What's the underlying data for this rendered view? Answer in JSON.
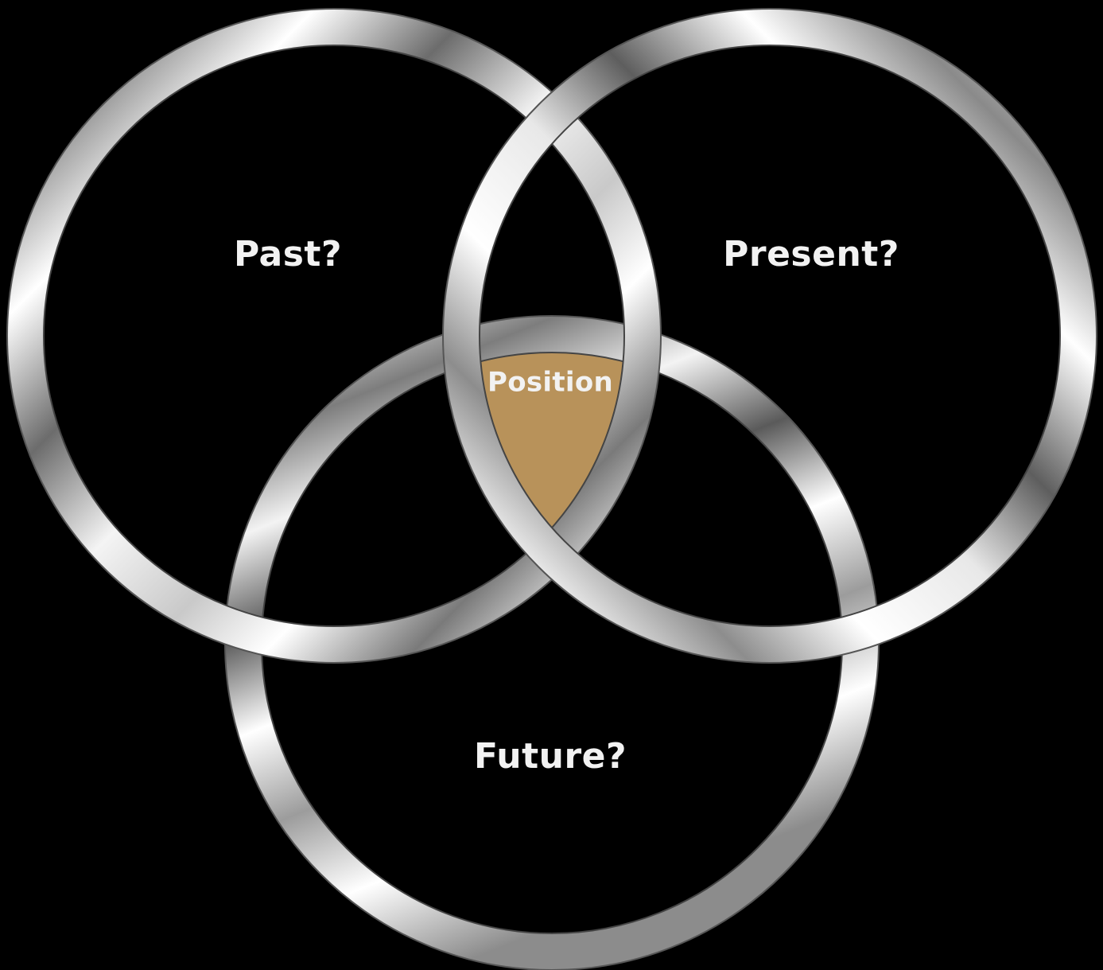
{
  "diagram": {
    "circles": [
      {
        "id": "past",
        "label": "Past?"
      },
      {
        "id": "present",
        "label": "Present?"
      },
      {
        "id": "future",
        "label": "Future?"
      }
    ],
    "intersection": {
      "label": "Position",
      "fill_color": "#b8925a"
    },
    "colors": {
      "background": "#000000",
      "ring_light": "#ffffff",
      "ring_mid": "#bfbfbf",
      "ring_dark": "#3a3a3a",
      "text": "#f2f2f2"
    }
  }
}
